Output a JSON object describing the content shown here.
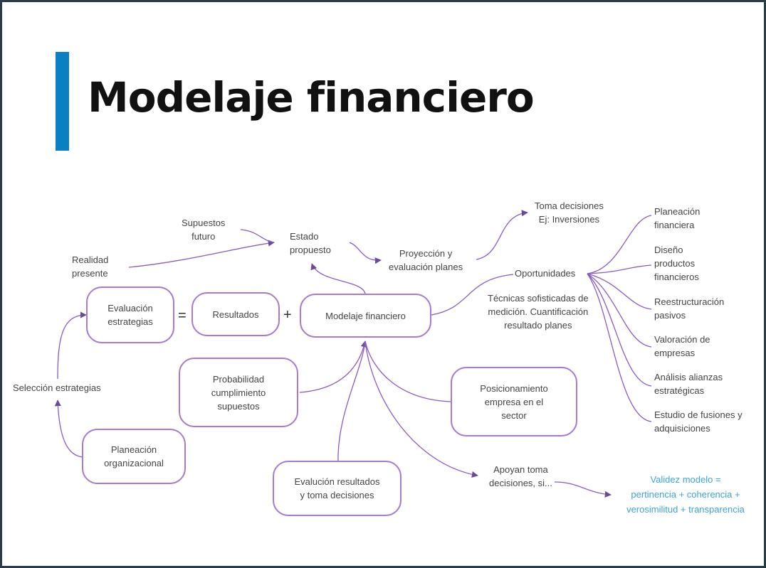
{
  "slide": {
    "title": "Modelaje financiero",
    "accent_color": "#0a7fc4",
    "connector_color": "#8a5cc2",
    "note_color": "#3da4d8"
  },
  "diagram": {
    "operators": {
      "equals": "=",
      "plus": "+"
    },
    "boxes": {
      "evaluacion_estrategias": "Evaluación\nestrategias",
      "resultados": "Resultados",
      "modelaje_financiero": "Modelaje financiero",
      "probabilidad_cumplimiento": "Probabilidad\ncumplimiento\nsupuestos",
      "posicionamiento": "Posicionamiento\nempresa en el\nsector",
      "planeacion_organizacional": "Planeación\norganizacional",
      "evaluacion_resultados": "Evalución resultados\ny toma decisiones"
    },
    "labels": {
      "realidad_presente": "Realidad\npresente",
      "supuestos_futuro": "Supuestos\nfuturo",
      "estado_propuesto": "Estado\npropuesto",
      "proyeccion_planes": "Proyección y\nevaluación planes",
      "toma_decisiones": "Toma decisiones\nEj: Inversiones",
      "oportunidades": "Oportunidades",
      "tecnicas": "Técnicas sofisticadas de\nmedición.  Cuantificación\nresultado planes",
      "seleccion_estrategias": "Selección estrategias",
      "apoyan_toma": "Apoyan toma\ndecisiones, si..."
    },
    "oportunidades_items": [
      "Planeación\nfinanciera",
      "Diseño\nproductos\nfinancieros",
      "Reestructuración\npasivos",
      "Valoración de\nempresas",
      "Análisis alianzas\nestratégicas",
      "Estudio de fusiones y\nadquisiciones"
    ],
    "validez_modelo": "Validez modelo =\npertinencia + coherencia +\nverosimilitud + transparencia"
  }
}
